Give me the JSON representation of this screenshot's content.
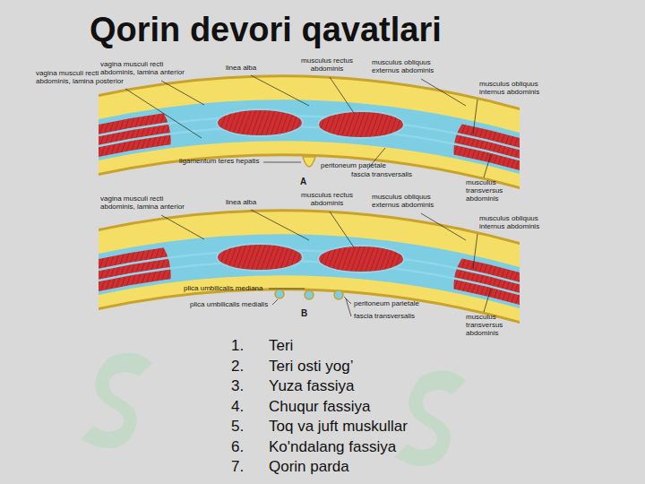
{
  "diagram": {
    "title": "Qorin devori qavatlari",
    "labels": [
      "vagina musculi recti abdominis, lamina anterior",
      "vagina musculi recti abdominis, lamina posterior",
      "linea alba",
      "musculus rectus abdominis",
      "musculus obliquus externus abdominis",
      "musculus obliquus internus abdominis",
      "ligamentum teres hepatis",
      "peritoneum parietale",
      "fascia transversalis",
      "musculus transversus abdominis",
      "A",
      "vagina musculi recti abdominis, lamina anterior",
      "linea alba",
      "musculus rectus abdominis",
      "musculus obliquus externus abdominis",
      "musculus obliquus internus abdominis",
      "plica umbilicalis mediana",
      "plica umbilicalis medialis",
      "peritoneum parietale",
      "fascia transversalis",
      "musculus transversus abdominis",
      "B",
      "1.",
      "Teri",
      "2.",
      "Teri osti yog’",
      "3.",
      "Yuza fassiya",
      "4.",
      "Chuqur fassiya",
      "5.",
      "Toq va juft muskullar",
      "6.",
      "Ko'ndalang fassiya",
      "7.",
      "Qorin parda"
    ]
  }
}
